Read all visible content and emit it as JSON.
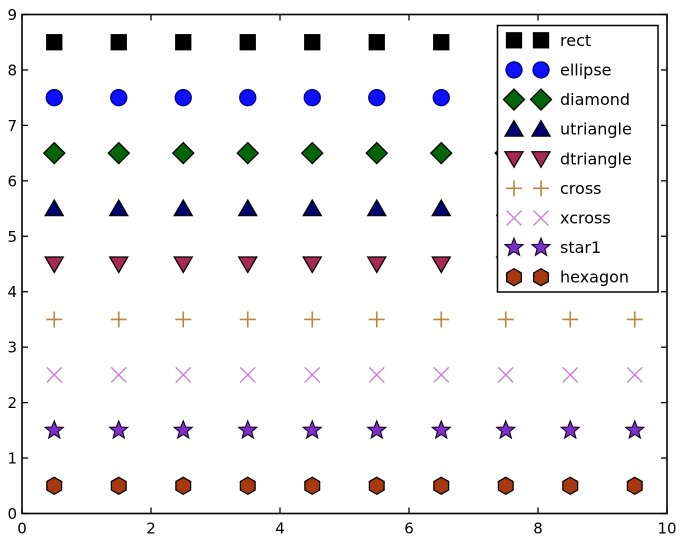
{
  "chart_data": {
    "type": "scatter",
    "title": "",
    "xlabel": "",
    "ylabel": "",
    "xlim": [
      0,
      10
    ],
    "ylim": [
      0,
      9
    ],
    "grid": false,
    "background": "#ffffff",
    "frame_color": "#000000",
    "xticks": [
      0,
      2,
      4,
      6,
      8,
      10
    ],
    "xtick_labels": [
      "0",
      "2",
      "4",
      "6",
      "8",
      "10"
    ],
    "yticks": [
      0,
      1,
      2,
      3,
      4,
      5,
      6,
      7,
      8,
      9
    ],
    "ytick_labels": [
      "0",
      "1",
      "2",
      "3",
      "4",
      "5",
      "6",
      "7",
      "8",
      "9"
    ],
    "x": [
      0.5,
      1.5,
      2.5,
      3.5,
      4.5,
      5.5,
      6.5,
      7.5,
      8.5,
      9.5
    ],
    "series": [
      {
        "name": "rect",
        "y": 8.5,
        "marker": "square",
        "fill": "#000000",
        "edge": "#000000"
      },
      {
        "name": "ellipse",
        "y": 7.5,
        "marker": "circle",
        "fill": "#0f0fff",
        "edge": "#000085"
      },
      {
        "name": "diamond",
        "y": 6.5,
        "marker": "diamond",
        "fill": "#046408",
        "edge": "#000000"
      },
      {
        "name": "utriangle",
        "y": 5.5,
        "marker": "triangle-up",
        "fill": "#000072",
        "edge": "#000000"
      },
      {
        "name": "dtriangle",
        "y": 4.5,
        "marker": "triangle-down",
        "fill": "#a82a54",
        "edge": "#000000"
      },
      {
        "name": "cross",
        "y": 3.5,
        "marker": "plus",
        "fill": "none",
        "edge": "#b8873c"
      },
      {
        "name": "xcross",
        "y": 2.5,
        "marker": "x",
        "fill": "none",
        "edge": "#c884d2"
      },
      {
        "name": "star1",
        "y": 1.5,
        "marker": "star",
        "fill": "#7d2fc9",
        "edge": "#140022"
      },
      {
        "name": "hexagon",
        "y": 0.5,
        "marker": "hexagon",
        "fill": "#a8380f",
        "edge": "#000000"
      }
    ],
    "legend": {
      "position": "upper right",
      "numpoints": 2,
      "entries": [
        "rect",
        "ellipse",
        "diamond",
        "utriangle",
        "dtriangle",
        "cross",
        "xcross",
        "star1",
        "hexagon"
      ],
      "border_color": "#000000",
      "background": "#ffffff"
    }
  }
}
